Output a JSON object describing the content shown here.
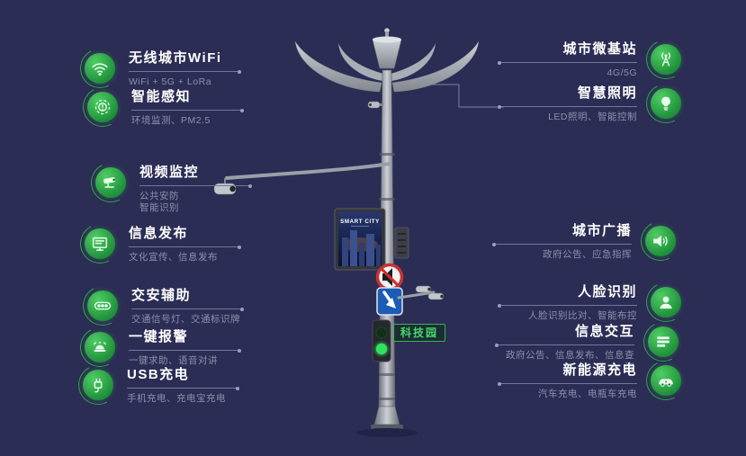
{
  "colors": {
    "background": "#2c2d55",
    "accent_green": "#2fa547",
    "title_text": "#ffffff",
    "subtitle_text": "#8d90ab"
  },
  "left_features": [
    {
      "title": "无线城市WiFi",
      "subtitle": "WiFi + 5G + LoRa"
    },
    {
      "title": "智能感知",
      "subtitle": "环境监测、PM2.5"
    },
    {
      "title": "视频监控",
      "subtitle": "公共安防\n智能识别"
    },
    {
      "title": "信息发布",
      "subtitle": "文化宣传、信息发布"
    },
    {
      "title": "交安辅助",
      "subtitle": "交通信号灯、交通标识牌"
    },
    {
      "title": "一键报警",
      "subtitle": "一键求助、语音对讲"
    },
    {
      "title": "USB充电",
      "subtitle": "手机充电、充电宝充电"
    }
  ],
  "right_features": [
    {
      "title": "城市微基站",
      "subtitle": "4G/5G"
    },
    {
      "title": "智慧照明",
      "subtitle": "LED照明、智能控制"
    },
    {
      "title": "城市广播",
      "subtitle": "政府公告、应急指挥"
    },
    {
      "title": "人脸识别",
      "subtitle": "人脸识别比对、智能布控"
    },
    {
      "title": "信息交互",
      "subtitle": "政府公告、信息发布、信息查询"
    },
    {
      "title": "新能源充电",
      "subtitle": "汽车充电、电瓶车充电"
    }
  ],
  "pole": {
    "screen_title": "SMART CITY",
    "tech_park_label": "科技园"
  }
}
